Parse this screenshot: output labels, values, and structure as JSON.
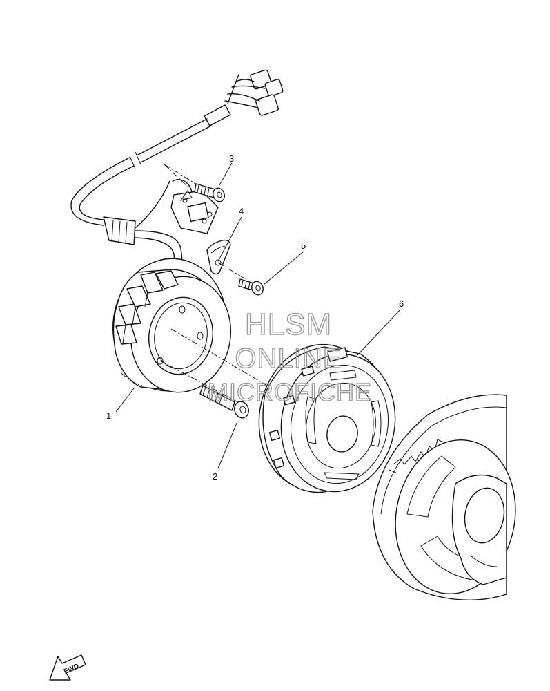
{
  "callouts": [
    {
      "id": "1",
      "label": "1"
    },
    {
      "id": "2",
      "label": "2"
    },
    {
      "id": "3",
      "label": "3"
    },
    {
      "id": "4",
      "label": "4"
    },
    {
      "id": "5",
      "label": "5"
    },
    {
      "id": "6",
      "label": "6"
    }
  ],
  "watermark": {
    "line1": "HLSM",
    "line2": "ONLINE",
    "line3": "MICROFICHE"
  },
  "direction_marker": {
    "label": "FWD"
  }
}
